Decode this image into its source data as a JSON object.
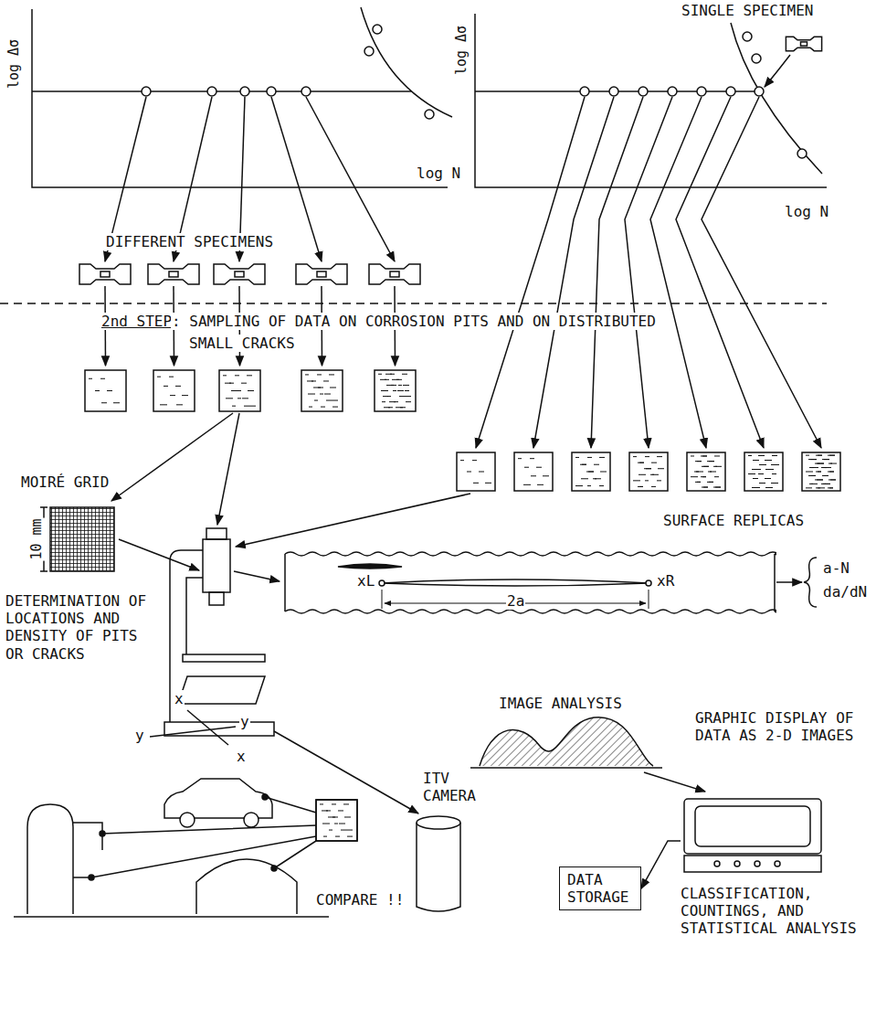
{
  "diagram": {
    "nodes": [
      {
        "text": [
          "xL",
          "xR",
          "2a"
        ]
      },
      {
        "text": [
          "CLASSIFICATION, COUNTINGS, AND STATISTICAL ANALYSIS"
        ]
      },
      {
        "text": [
          "DATA STORAGE"
        ]
      }
    ],
    "edges": [
      {
        "from": 1,
        "to": 2,
        "arrow": "to"
      }
    ],
    "labels": [
      "log Δσ",
      "log N",
      "log Δσ",
      "log N",
      "SINGLE SPECIMEN",
      "DIFFERENT SPECIMENS",
      "2nd STEP",
      ": SAMPLING OF DATA ON CORROSION PITS AND ON DISTRIBUTED",
      "SMALL CRACKS",
      "MOIRÉ GRID",
      "10 mm",
      "DETERMINATION OF LOCATIONS AND DENSITY OF PITS OR CRACKS",
      "x",
      "y",
      "y",
      "x",
      "SURFACE REPLICAS",
      "a-N",
      "da/dN",
      "ITV CAMERA",
      "IMAGE ANALYSIS",
      "GRAPHIC DISPLAY OF DATA AS 2-D IMAGES",
      "COMPARE !!"
    ]
  }
}
